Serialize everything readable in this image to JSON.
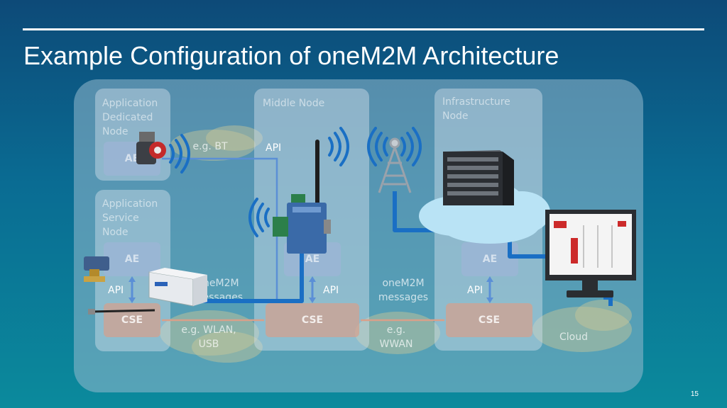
{
  "slide": {
    "title": "Example Configuration of oneM2M Architecture",
    "page_number": "15"
  },
  "nodes": {
    "adn": {
      "label": "Application\nDedicated\nNode",
      "ae": "AE"
    },
    "asn": {
      "label": "Application\nService\nNode",
      "ae": "AE",
      "api": "API",
      "cse": "CSE"
    },
    "mn": {
      "label": "Middle Node",
      "ae": "AE",
      "api_top": "API",
      "api": "API",
      "cse": "CSE"
    },
    "in": {
      "label": "Infrastructure\nNode",
      "ae": "AE",
      "api": "API",
      "cse": "CSE"
    }
  },
  "links": {
    "bt": "e.g. BT",
    "onem2m_left": "oneM2M\nmessages",
    "onem2m_right": "oneM2M\nmessages",
    "wlan": "e.g. WLAN,\nUSB",
    "wwan": "e.g.\nWWAN",
    "cloud": "Cloud"
  },
  "colors": {
    "link_line": "#1a6fc4",
    "signal": "#1a6fc4",
    "title": "#ffffff"
  }
}
